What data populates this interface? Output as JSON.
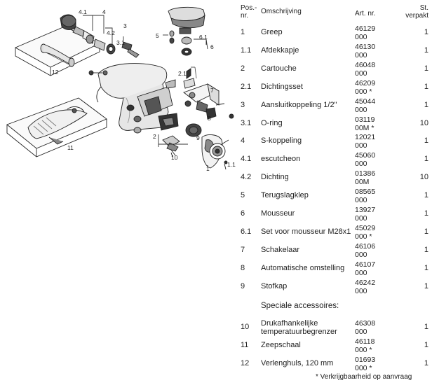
{
  "headers": {
    "pos_line1": "Pos.-",
    "pos_line2": "nr.",
    "description": "Omschrijving",
    "art": "Art. nr.",
    "qty_line1": "St.",
    "qty_line2": "verpakt"
  },
  "rows": [
    {
      "pos": "1",
      "desc": "Greep",
      "art1": "46129",
      "art2": "000",
      "qty": "1"
    },
    {
      "pos": "1.1",
      "desc": "Afdekkapje",
      "art1": "46130",
      "art2": "000",
      "qty": "1"
    },
    {
      "pos": "2",
      "desc": "Cartouche",
      "art1": "46048",
      "art2": "000",
      "qty": "1"
    },
    {
      "pos": "2.1",
      "desc": "Dichtingsset",
      "art1": "46209",
      "art2": "000 *",
      "qty": "1"
    },
    {
      "pos": "3",
      "desc": "Aansluitkoppeling 1/2\"",
      "art1": "45044",
      "art2": "000",
      "qty": "1"
    },
    {
      "pos": "3.1",
      "desc": "O-ring",
      "art1": "03119",
      "art2": "00M *",
      "qty": "10"
    },
    {
      "pos": "4",
      "desc": "S-koppeling",
      "art1": "12021",
      "art2": "000",
      "qty": "1"
    },
    {
      "pos": "4.1",
      "desc": "escutcheon",
      "art1": "45060",
      "art2": "000",
      "qty": "1"
    },
    {
      "pos": "4.2",
      "desc": "Dichting",
      "art1": "01386",
      "art2": "00M",
      "qty": "10"
    },
    {
      "pos": "5",
      "desc": "Terugslagklep",
      "art1": "08565",
      "art2": "000",
      "qty": "1"
    },
    {
      "pos": "6",
      "desc": "Mousseur",
      "art1": "13927",
      "art2": "000",
      "qty": "1"
    },
    {
      "pos": "6.1",
      "desc": "Set voor mousseur M28x1",
      "art1": "45029",
      "art2": "000 *",
      "qty": "1"
    },
    {
      "pos": "7",
      "desc": "Schakelaar",
      "art1": "46106",
      "art2": "000",
      "qty": "1"
    },
    {
      "pos": "8",
      "desc": "Automatische omstelling",
      "art1": "46107",
      "art2": "000",
      "qty": "1"
    },
    {
      "pos": "9",
      "desc": "Stofkap",
      "art1": "46242",
      "art2": "000",
      "qty": "1"
    }
  ],
  "special_heading": "Speciale accessoires:",
  "special_rows": [
    {
      "pos": "10",
      "desc1": "Drukafhankelijke",
      "desc2": "temperatuurbegrenzer",
      "art1": "46308",
      "art2": "000",
      "qty": "1"
    },
    {
      "pos": "11",
      "desc1": "Zeepschaal",
      "desc2": "",
      "art1": "46118",
      "art2": "000 *",
      "qty": "1"
    },
    {
      "pos": "12",
      "desc1": "Verlenghuls, 120 mm",
      "desc2": "",
      "art1": "01693",
      "art2": "000 *",
      "qty": "1"
    }
  ],
  "footnote": "* Verkrijgbaarheid op aanvraag",
  "diagram_labels": {
    "l1": "1",
    "l1_1": "1.1",
    "l2": "2",
    "l2_1": "2.1",
    "l3": "3",
    "l3_1": "3.1",
    "l4": "4",
    "l4_1": "4.1",
    "l4_2": "4.2",
    "l5": "5",
    "l6": "6",
    "l6_1": "6.1",
    "l7": "7",
    "l8": "8",
    "l9": "9",
    "l10": "10",
    "l11": "11",
    "l12": "12"
  }
}
